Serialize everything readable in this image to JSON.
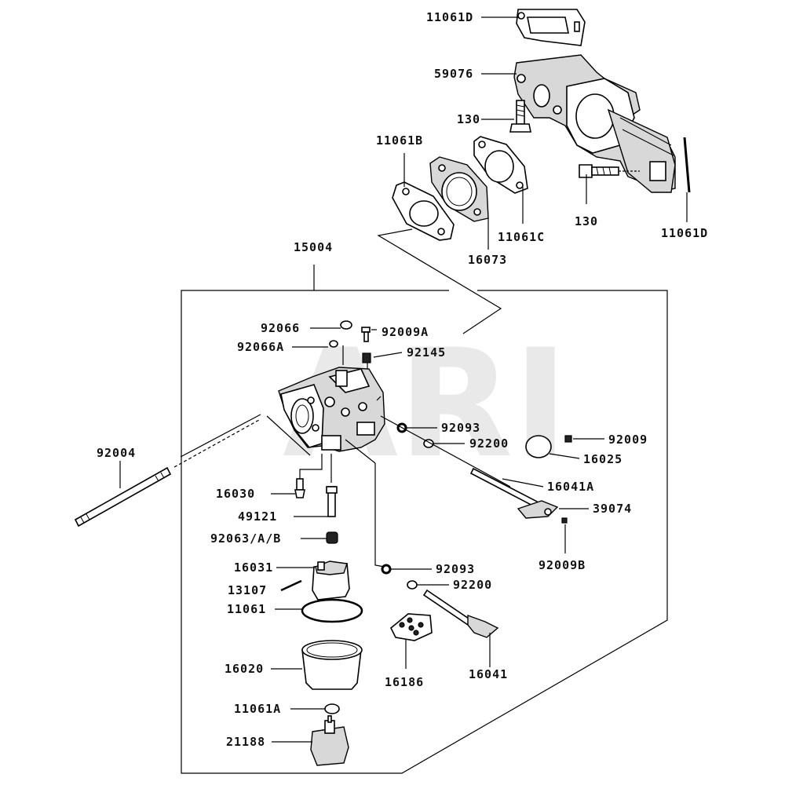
{
  "watermark": "ARI",
  "labels": {
    "l11061D_top": "11061D",
    "l59076": "59076",
    "l130_a": "130",
    "l11061B": "11061B",
    "l130_b": "130",
    "l11061D_right": "11061D",
    "l11061C": "11061C",
    "l16073": "16073",
    "l15004": "15004",
    "l92066": "92066",
    "l92009A": "92009A",
    "l92066A": "92066A",
    "l92145": "92145",
    "l92093_a": "92093",
    "l92200_a": "92200",
    "l92009": "92009",
    "l16025": "16025",
    "l92004": "92004",
    "l16041A": "16041A",
    "l16030": "16030",
    "l39074": "39074",
    "l49121": "49121",
    "l92063": "92063/A/B",
    "l92009B": "92009B",
    "l16031": "16031",
    "l92093_b": "92093",
    "l13107": "13107",
    "l92200_b": "92200",
    "l11061": "11061",
    "l16020": "16020",
    "l16186": "16186",
    "l16041": "16041",
    "l11061A": "11061A",
    "l21188": "21188"
  }
}
